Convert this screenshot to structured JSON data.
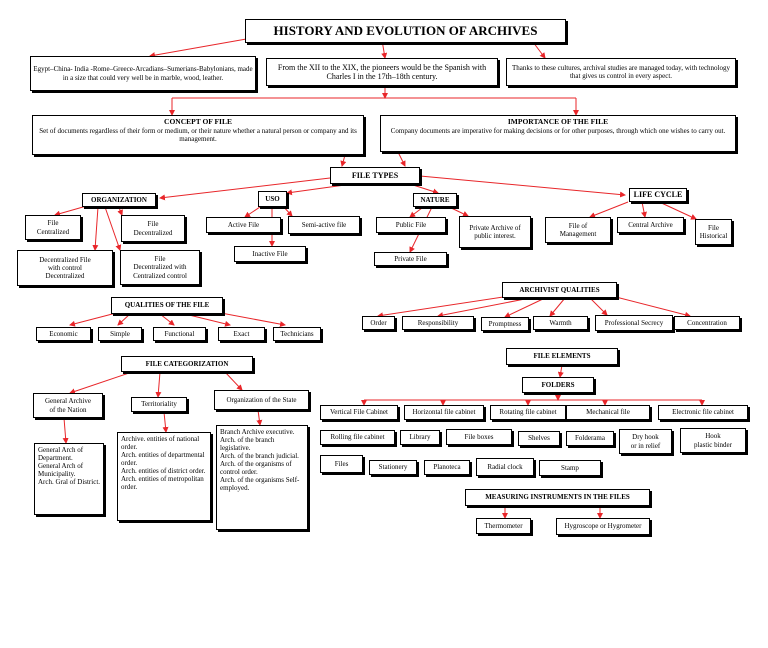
{
  "title": "HISTORY AND EVOLUTION OF ARCHIVES",
  "history": [
    "Egypt–China- India -Rome–Greece-Arcadians–Sumerians-Babylonians, made in a size that could very well be in marble, wood, leather.",
    "From the XII to the XIX, the pioneers would be the Spanish with Charles I in the 17th–18th century.",
    "Thanks to these cultures, archival studies are managed today, with technology that gives us control in every aspect."
  ],
  "concept": {
    "title": "CONCEPT OF FILE",
    "text": "Set of documents regardless of their form or medium, or their nature whether a natural person or company and its management."
  },
  "importance": {
    "title": "IMPORTANCE OF THE FILE",
    "text": "Company documents are imperative for making decisions or for other purposes, through which one wishes to carry out."
  },
  "file_types": "FILE TYPES",
  "organization": {
    "title": "ORGANIZATION",
    "items": [
      "File\nCentralized",
      "File\nDecentralized",
      "Decentralized File\nwith control\nDecentralized",
      "File\nDecentralized with\nCentralized control"
    ]
  },
  "uso": {
    "title": "USO",
    "items": [
      "Active File",
      "Semi-active file",
      "Inactive File"
    ]
  },
  "nature": {
    "title": "NATURE",
    "items": [
      "Public File",
      "Private Archive of\npublic interest.",
      "Private File"
    ]
  },
  "life_cycle": {
    "title": "LIFE CYCLE",
    "items": [
      "File of\nManagement",
      "Central Archive",
      "File\nHistorical"
    ]
  },
  "qualities_file": {
    "title": "QUALITIES OF THE FILE",
    "items": [
      "Economic",
      "Simple",
      "Functional",
      "Exact",
      "Technicians"
    ]
  },
  "archivist_qualities": {
    "title": "ARCHIVIST QUALITIES",
    "items": [
      "Order",
      "Responsibility",
      "Promptness",
      "Warmth",
      "Professional Secrecy",
      "Concentration"
    ]
  },
  "file_categorization": {
    "title": "FILE CATEGORIZATION",
    "branches": [
      "General Archive\nof the Nation",
      "Territoriality",
      "Organization of the State"
    ],
    "details": [
      " General Arch of Department.\n General Arch of Municipality.\n Arch. Gral of District.",
      " Archive. entities of national order.\n Arch. entities of departmental order.\n Arch. entities of district order.\n Arch. entities of metropolitan order.",
      " Branch Archive executive.\n Arch. of the branch legislative.\n Arch. of the branch judicial.\n Arch. of the organisms of control order.\n Arch. of the organisms Self-employed."
    ]
  },
  "file_elements": {
    "title": "FILE ELEMENTS",
    "folders": "FOLDERS",
    "row1": [
      "Vertical File Cabinet",
      "Horizontal file cabinet",
      "Rotating file cabinet",
      "Mechanical file",
      "Electronic file cabinet"
    ],
    "row2": [
      "Rolling file cabinet",
      "Library",
      "File boxes",
      "Shelves",
      "Folderama",
      "Dry hook\nor in relief",
      "Hook\nplastic binder"
    ],
    "row3": [
      "Files",
      "Stationery",
      "Planoteca",
      "Radial clock",
      "Stamp"
    ]
  },
  "measuring": {
    "title": "MEASURING INSTRUMENTS IN THE FILES",
    "items": [
      "Thermometer",
      "Hygroscope or Hygrometer"
    ]
  },
  "colors": {
    "arrow": "#e8262a",
    "border": "#000000"
  }
}
